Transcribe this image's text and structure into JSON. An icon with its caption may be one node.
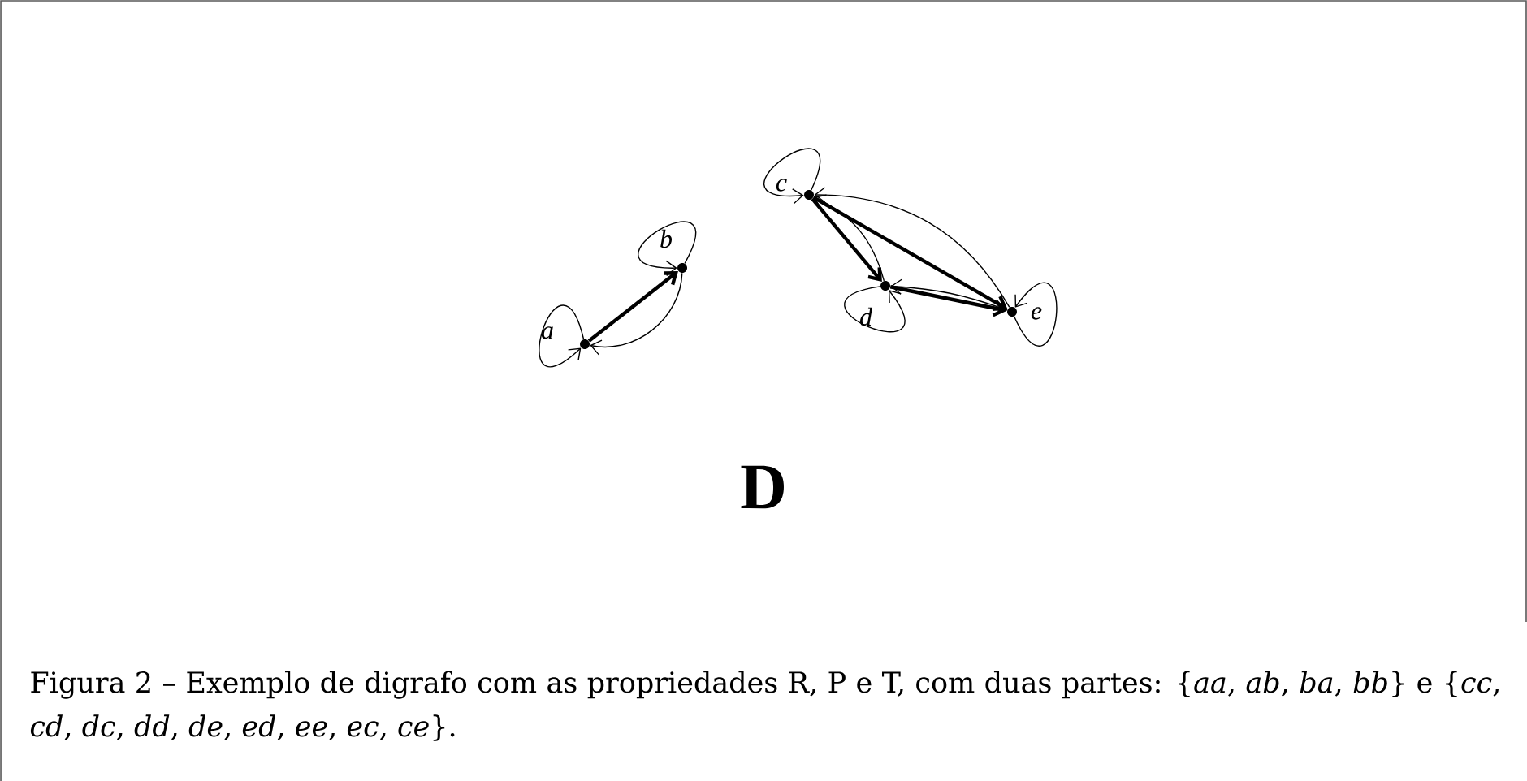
{
  "diagram": {
    "title": "D",
    "caption": "Figura 2 – Exemplo de digrafo com as propriedades R, P e T, com duas partes: {*aa*, *ab*, *ba*, *bb*} e {*cc*, *cd*, *dc*, *dd*, *de*, *ed*, *ee*, *ec*, *ce*}.",
    "nodes": [
      {
        "text": [],
        "shape": "circle",
        "beside": [
          "a"
        ]
      },
      {
        "text": [],
        "shape": "circle",
        "beside": [
          "b"
        ]
      },
      {
        "text": [],
        "shape": "circle",
        "beside": [
          "c"
        ]
      },
      {
        "text": [],
        "shape": "circle",
        "beside": [
          "d"
        ]
      },
      {
        "text": [],
        "shape": "circle",
        "beside": [
          "e"
        ]
      }
    ],
    "edges": [
      {
        "from": 0,
        "to": 0,
        "arrow": "to"
      },
      {
        "from": 0,
        "to": 1,
        "arrow": "to",
        "style": "thick"
      },
      {
        "from": 1,
        "to": 0,
        "arrow": "to"
      },
      {
        "from": 1,
        "to": 1,
        "arrow": "to"
      },
      {
        "from": 2,
        "to": 2,
        "arrow": "to"
      },
      {
        "from": 2,
        "to": 3,
        "arrow": "to",
        "style": "thick"
      },
      {
        "from": 3,
        "to": 2,
        "arrow": "to"
      },
      {
        "from": 3,
        "to": 3,
        "arrow": "to"
      },
      {
        "from": 3,
        "to": 4,
        "arrow": "to",
        "style": "thick"
      },
      {
        "from": 4,
        "to": 3,
        "arrow": "to"
      },
      {
        "from": 4,
        "to": 4,
        "arrow": "to"
      },
      {
        "from": 4,
        "to": 2,
        "arrow": "to"
      },
      {
        "from": 2,
        "to": 4,
        "arrow": "to",
        "style": "thick"
      }
    ]
  }
}
